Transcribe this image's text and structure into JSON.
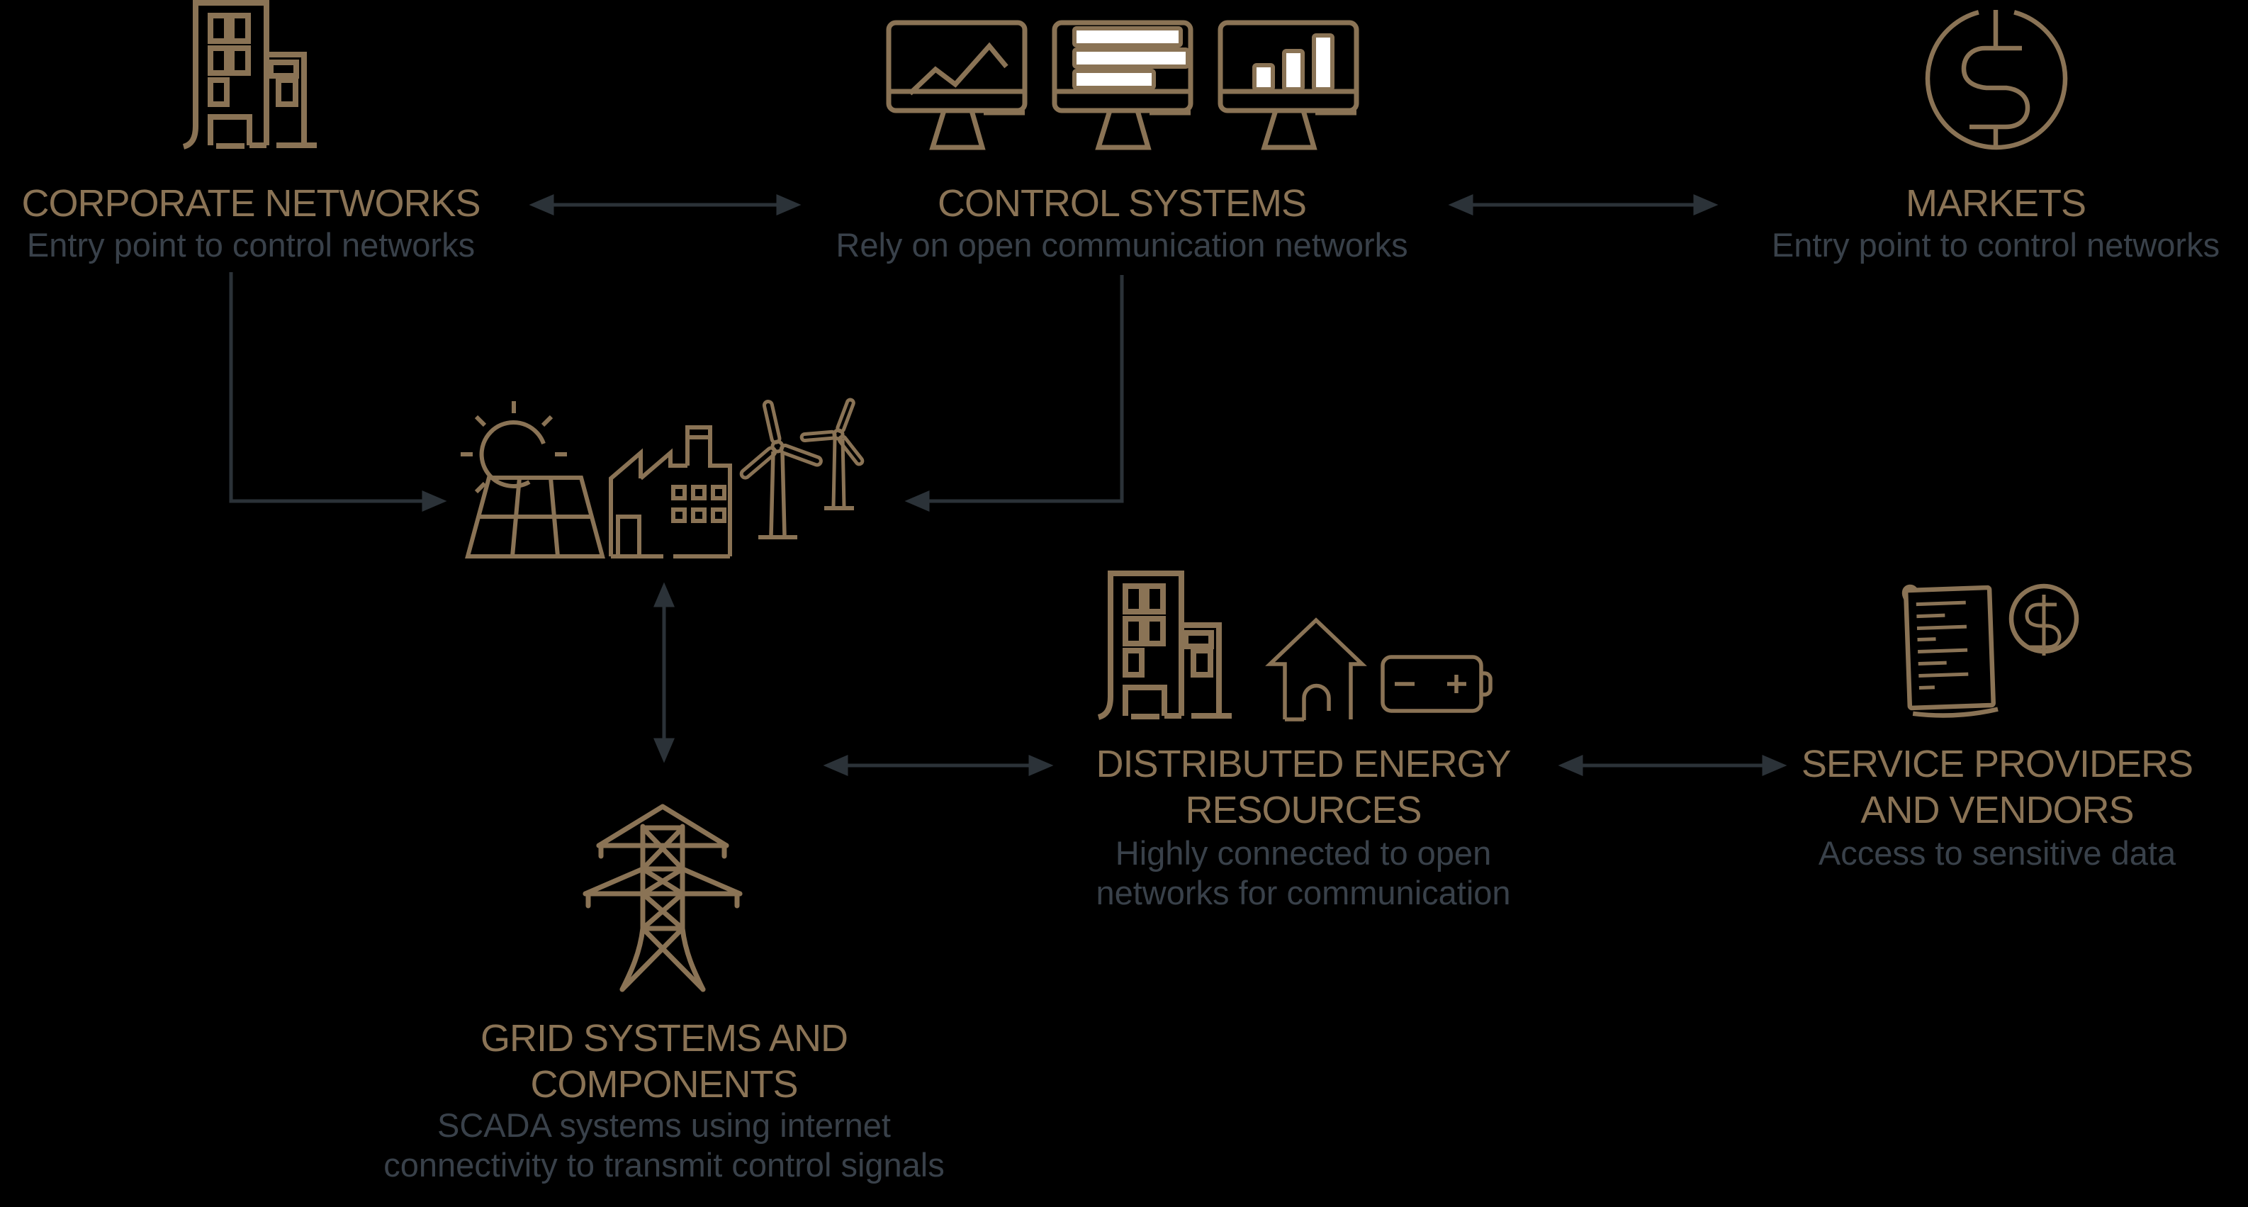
{
  "palette": {
    "background": "#000000",
    "accent_gold": "#8a7355",
    "muted_text_gray": "#39414a",
    "arrow_gray": "#2b3238",
    "icon_highlight_white": "#ffffff"
  },
  "nodes": {
    "corporate_networks": {
      "title": "CORPORATE NETWORKS",
      "subtitle": "Entry point to control networks",
      "icon": "office-buildings-icon"
    },
    "control_systems": {
      "title": "CONTROL SYSTEMS",
      "subtitle": "Rely on open communication networks",
      "icon": "three-monitors-icon"
    },
    "markets": {
      "title": "MARKETS",
      "subtitle": "Entry point to control networks",
      "icon": "dollar-circle-icon"
    },
    "generation": {
      "icon": "solar-factory-wind-icon"
    },
    "grid_systems": {
      "title": "GRID SYSTEMS AND\nCOMPONENTS",
      "subtitle": "SCADA systems using internet\nconnectivity to transmit control signals",
      "icon": "transmission-tower-icon"
    },
    "distributed_energy": {
      "title": "DISTRIBUTED ENERGY\nRESOURCES",
      "subtitle": "Highly connected to open\nnetworks for communication",
      "icon": "building-house-battery-icon"
    },
    "service_providers": {
      "title": "SERVICE PROVIDERS\nAND VENDORS",
      "subtitle": "Access to sensitive data",
      "icon": "invoice-dollar-icon"
    }
  },
  "connections": [
    {
      "from": "corporate_networks",
      "to": "control_systems",
      "type": "bidirectional"
    },
    {
      "from": "control_systems",
      "to": "markets",
      "type": "bidirectional"
    },
    {
      "from": "corporate_networks",
      "to": "generation",
      "type": "one-way"
    },
    {
      "from": "control_systems",
      "to": "generation",
      "type": "one-way"
    },
    {
      "from": "generation",
      "to": "grid_systems",
      "type": "bidirectional"
    },
    {
      "from": "grid_systems",
      "to": "distributed_energy",
      "type": "bidirectional"
    },
    {
      "from": "distributed_energy",
      "to": "service_providers",
      "type": "bidirectional"
    }
  ]
}
